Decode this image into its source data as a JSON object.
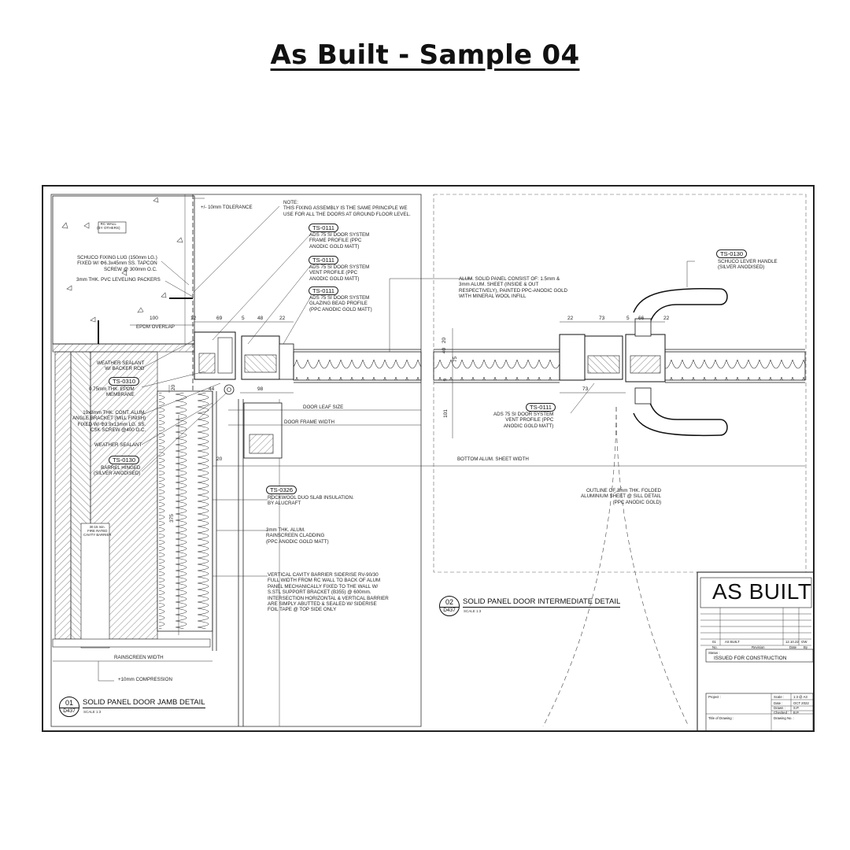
{
  "page": {
    "title": "As Built - Sample 04"
  },
  "left_detail": {
    "bubble_number": "01",
    "bubble_sheet": "D437",
    "title": "SOLID PANEL DOOR JAMB DETAIL",
    "scale": "SCALE 1:3",
    "rc_wall_label": "RC WALL\n(BY OTHERS)",
    "tolerance": "+/- 10mm TOLERANCE",
    "note": "NOTE:\nTHIS FIXING ASSEMBLY IS THE SAME PRINCIPLE WE\nUSE FOR ALL THE DOORS AT GROUND FLOOR LEVEL.",
    "annotations": {
      "fixing_lug": "SCHUCO FIXING LUG (150mm LG.)\nFIXED W/ Φ6.3x45mm SS. TAPCON\nSCREW @ 300mm O.C.",
      "pvc_packers": "3mm THK. PVC LEVELING PACKERS",
      "epdm_overlap": "EPDM OVERLAP",
      "weather_sealant_rod": "WEATHER SEALANT\nW/ BACKER ROD",
      "epdm_membrane": "0.75mm THK. EPDM\nMEMBRANE",
      "angle_bracket": "19x3mm THK. CONT. ALUM.\nANGLE BRACKET (MILL FINISH)\nFIXED W/ Φ3.9x13mm LG. SS.\nCSK SCREW @400 O.C.",
      "weather_sealant": "WEATHER SEALANT",
      "barrel_hinged": "BARREL HINGED\n(SILVER ANODISED)",
      "fire_barrier": "30:15 min.\nFIRE RATED\nCAVITY BARRIER",
      "frame_profile": "ADS 75 SI DOOR SYSTEM\nFRAME PROFILE (PPC\nANODIC GOLD MATT)",
      "vent_profile": "ADS 75 SI DOOR SYSTEM\nVENT PROFILE (PPC\nANODIC GOLD MATT)",
      "glazing_bead": "ADS 75 SI DOOR SYSTEM\nGLAZING BEAD PROFILE\n(PPC ANODIC GOLD MATT)",
      "rockwool": "ROCKWOOL DUO SLAB INSULATION.\nBY ALUCRAFT",
      "rainscreen": "3mm THK. ALUM.\nRAINSCREEN CLADDING\n(PPC ANODIC GOLD MATT)",
      "cavity_barrier": "VERTICAL CAVITY BARRIER SIDERISE RV-90/30\nFULL WIDTH FROM RC WALL TO BACK OF ALUM\nPANEL MECHANICALLY FIXED TO THE WALL W/\nS.STL SUPPORT BRACKET (B355) @ 600mm.\nINTERSECTION HORIZONTAL & VERTICAL BARRIER\nARE SIMPLY ABUTTED & SEALED W/ SIDERISE\nFOIL TAPE @ TOP SIDE ONLY",
      "door_leaf_size": "DOOR LEAF SIZE",
      "door_frame_width": "DOOR FRAME WIDTH",
      "rainscreen_width": "RAINSCREEN WIDTH",
      "compression": "+10mm COMPRESSION"
    },
    "tags": {
      "t1": "TS-0111",
      "t2": "TS-0111",
      "t3": "TS-0111",
      "t4": "TS-0310",
      "t5": "TS-0130",
      "t6": "TS-0326"
    },
    "dims": {
      "d100": "100",
      "d69": "69",
      "d5": "5",
      "d48": "48",
      "d22": "22",
      "d12": "12",
      "d44": "44",
      "d98": "98",
      "d20a": "20",
      "d20b": "20",
      "d375": "375"
    }
  },
  "right_detail": {
    "bubble_number": "02",
    "bubble_sheet": "D437",
    "title": "SOLID PANEL DOOR INTERMEDIATE DETAIL",
    "scale": "SCALE 1:3",
    "annotations": {
      "solid_panel": "ALUM. SOLID PANEL CONSIST OF: 1.5mm &\n3mm ALUM. SHEET (INSIDE & OUT\nRESPECTIVELY), PAINTED PPC-ANODIC GOLD\nWITH MINERAL WOOL INFILL",
      "lever_handle": "SCHUCO LEVER HANDLE\n(SILVER ANODISED)",
      "vent_profile": "ADS 75 SI DOOR SYSTEM\nVENT PROFILE (PPC\nANODIC GOLD MATT)",
      "bottom_sheet": "BOTTOM ALUM. SHEET WIDTH",
      "folded_sheet": "OUTLINE OF 3mm THK. FOLDED\nALUMINIUM SHEET @ SILL DETAIL\n(PPC ANODIC GOLD)"
    },
    "tags": {
      "t1": "TS-0130",
      "t2": "TS-0111"
    },
    "dims": {
      "d22a": "22",
      "d73a": "73",
      "d5": "5",
      "d66": "66",
      "d22b": "22",
      "d73b": "73",
      "d101": "101",
      "d20": "20",
      "d40": "40",
      "d9": "9",
      "d75": "75"
    }
  },
  "title_block": {
    "stamp": "AS BUILT",
    "rev_no": "01",
    "rev_desc": "AS BUILT",
    "rev_date": "12.10.22",
    "rev_chk": "GW",
    "hdr_no": "No.",
    "hdr_revision": "Revision",
    "hdr_date": "Date",
    "hdr_by": "By",
    "status_label": "Status :",
    "status_value": "ISSUED FOR CONSTRUCTION",
    "project_label": "Project :",
    "scale_label": "Scale :",
    "scale_value": "1:3 @ A3",
    "date_label": "Date :",
    "date_value": "OCT 2022",
    "drawn_label": "Drawn :",
    "drawn_value": "S.P.",
    "checked_label": "Checked :",
    "checked_value": "B.P.",
    "title_label": "Title of Drawing :",
    "drawing_no_label": "Drawing No. :"
  }
}
